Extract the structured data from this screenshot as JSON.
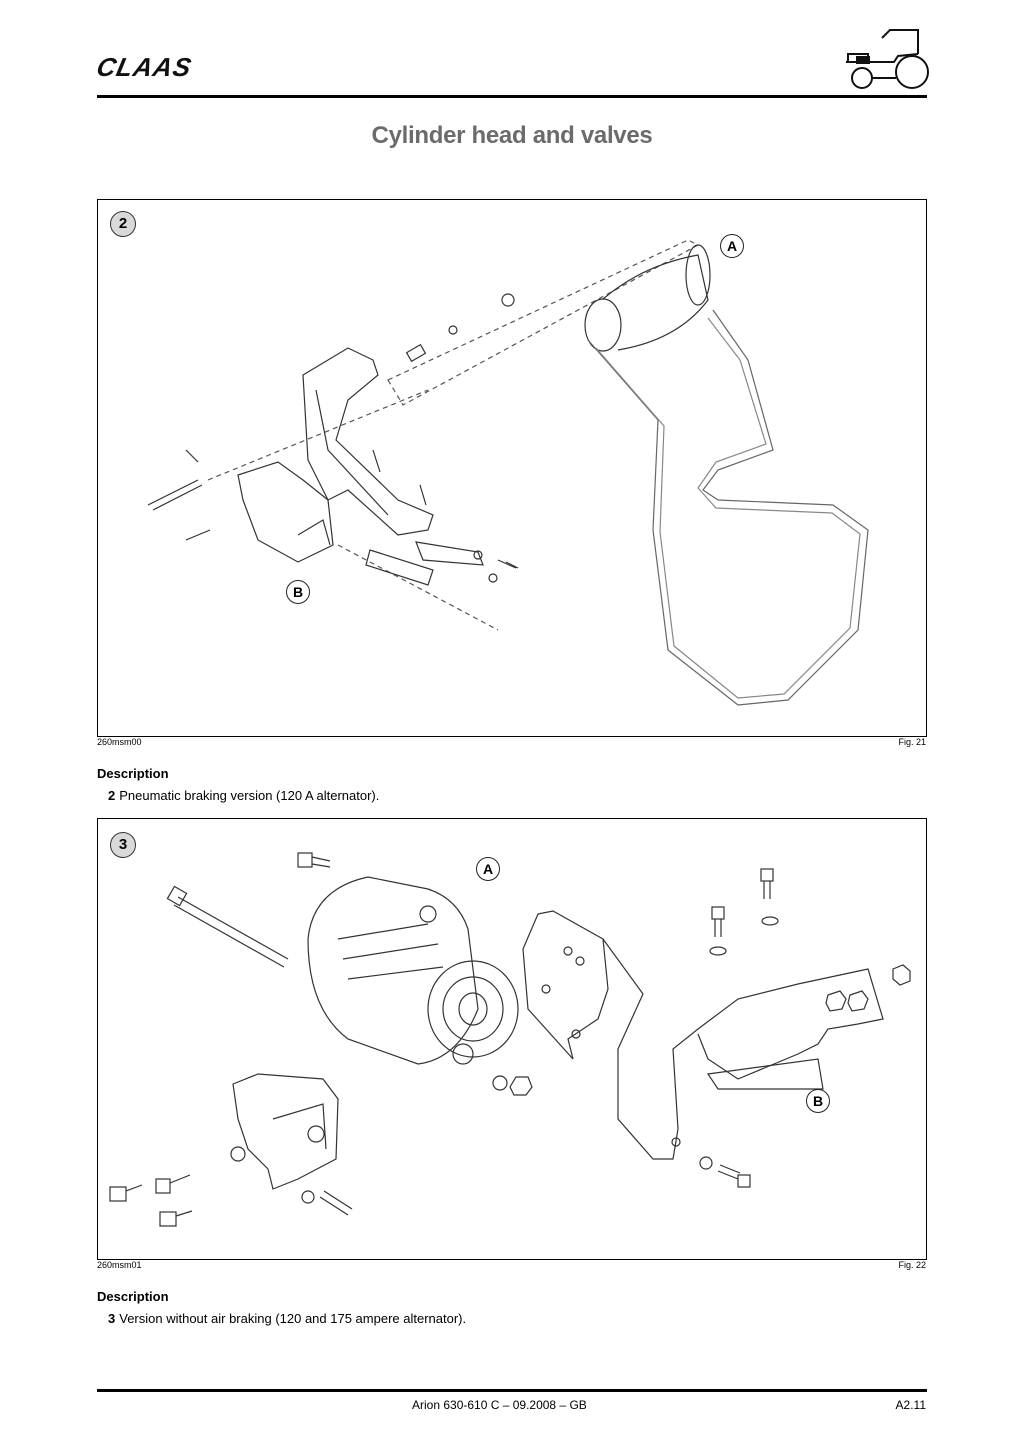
{
  "header": {
    "brand": "CLAAS",
    "title": "Cylinder head and valves"
  },
  "figures": [
    {
      "number": "2",
      "callouts": [
        "A",
        "B"
      ],
      "code": "260msm00",
      "fig_label": "Fig. 21",
      "description_heading": "Description",
      "item_number": "2",
      "item_text": "Pneumatic braking version (120 A alternator)."
    },
    {
      "number": "3",
      "callouts": [
        "A",
        "B"
      ],
      "code": "260msm01",
      "fig_label": "Fig. 22",
      "description_heading": "Description",
      "item_number": "3",
      "item_text": "Version without air braking (120 and 175 ampere alternator)."
    }
  ],
  "footer": {
    "model": "Arion 630-610 C – 09.2008 – GB",
    "page": "A2.11"
  },
  "icons": [
    "tractor-icon"
  ]
}
